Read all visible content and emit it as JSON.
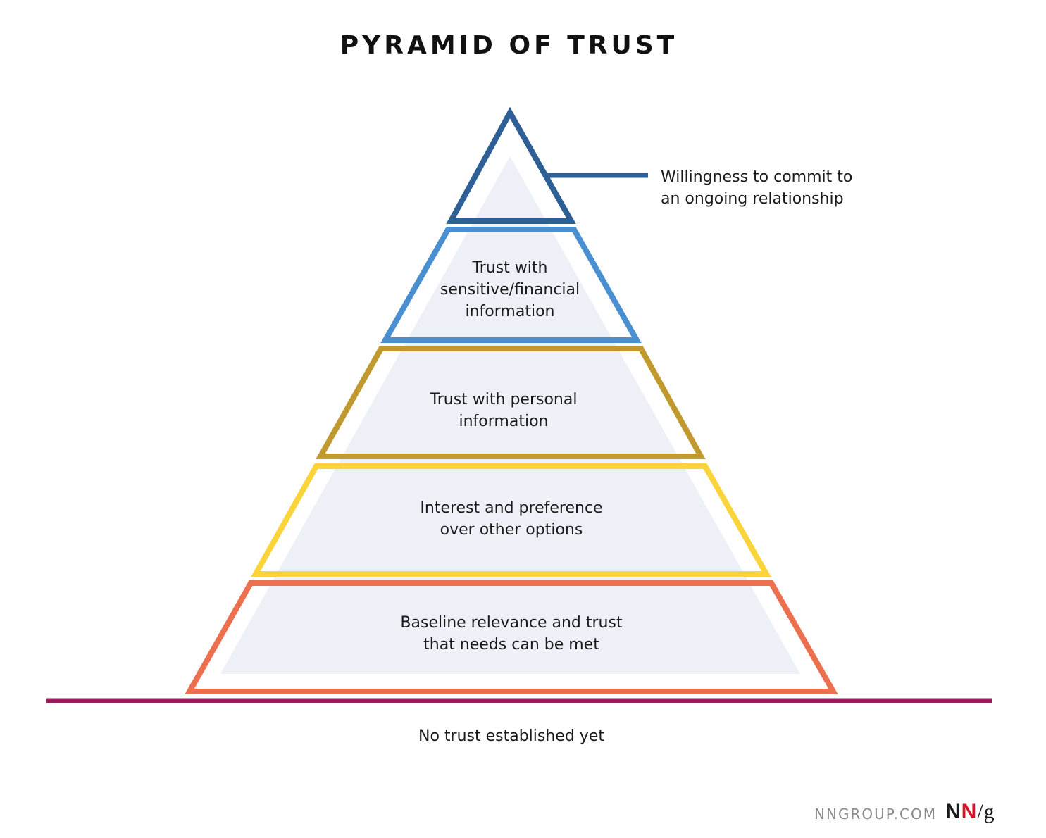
{
  "title": "PYRAMID OF TRUST",
  "levels": [
    {
      "text": "",
      "color": "#2e6096"
    },
    {
      "text": "Trust with\nsensitive/financial\ninformation",
      "color": "#4a90d0"
    },
    {
      "text": "Trust with personal\ninformation",
      "color": "#c09a2e"
    },
    {
      "text": "Interest and preference\nover other options",
      "color": "#fbd33a"
    },
    {
      "text": "Baseline relevance and trust\nthat needs can be met",
      "color": "#ec7050"
    }
  ],
  "callout": "Willingness to commit to\nan ongoing relationship",
  "baseline": {
    "text": "No trust established yet",
    "color": "#9b1f5e"
  },
  "footer": {
    "site": "NNGROUP.COM",
    "logo_n1": "N",
    "logo_n2": "N",
    "logo_slash": "/g"
  },
  "background_shape_color": "#eef0f7"
}
